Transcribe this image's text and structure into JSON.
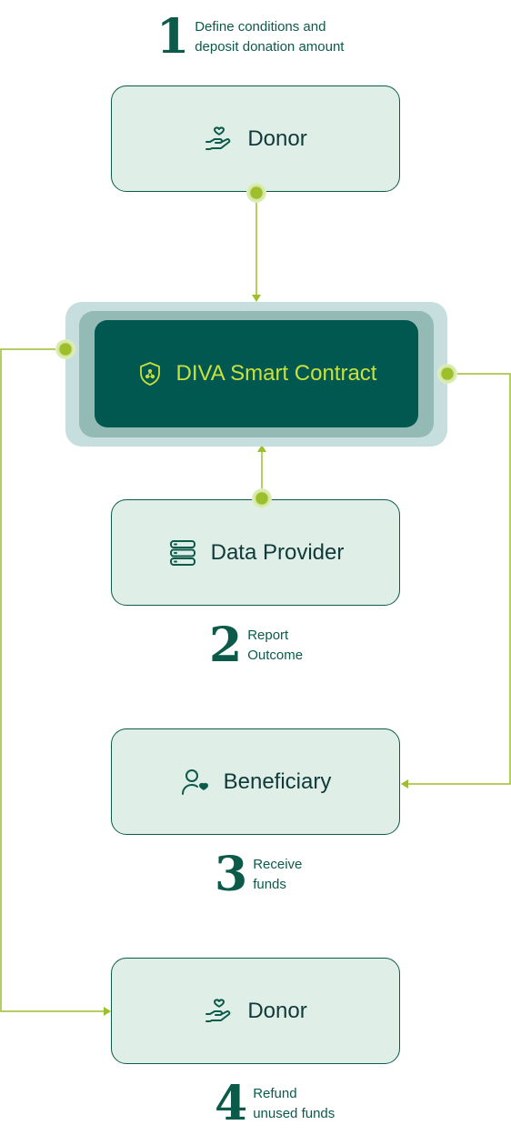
{
  "colors": {
    "accent": "#9cbf2b",
    "dark_green": "#005850",
    "card_bg": "#dfeee6",
    "text_dark": "#103a3a",
    "contract_text": "#c9e13c"
  },
  "steps": [
    {
      "number": "1",
      "line1": "Define conditions and",
      "line2": "deposit donation amount"
    },
    {
      "number": "2",
      "line1": "Report",
      "line2": "Outcome"
    },
    {
      "number": "3",
      "line1": "Receive",
      "line2": "funds"
    },
    {
      "number": "4",
      "line1": "Refund",
      "line2": "unused funds"
    }
  ],
  "nodes": {
    "donor_top": {
      "label": "Donor",
      "icon": "hand-heart-icon"
    },
    "contract": {
      "label": "DIVA Smart Contract",
      "icon": "shield-icon"
    },
    "data_provider": {
      "label": "Data Provider",
      "icon": "server-icon"
    },
    "beneficiary": {
      "label": "Beneficiary",
      "icon": "user-heart-icon"
    },
    "donor_bottom": {
      "label": "Donor",
      "icon": "hand-heart-icon"
    }
  }
}
